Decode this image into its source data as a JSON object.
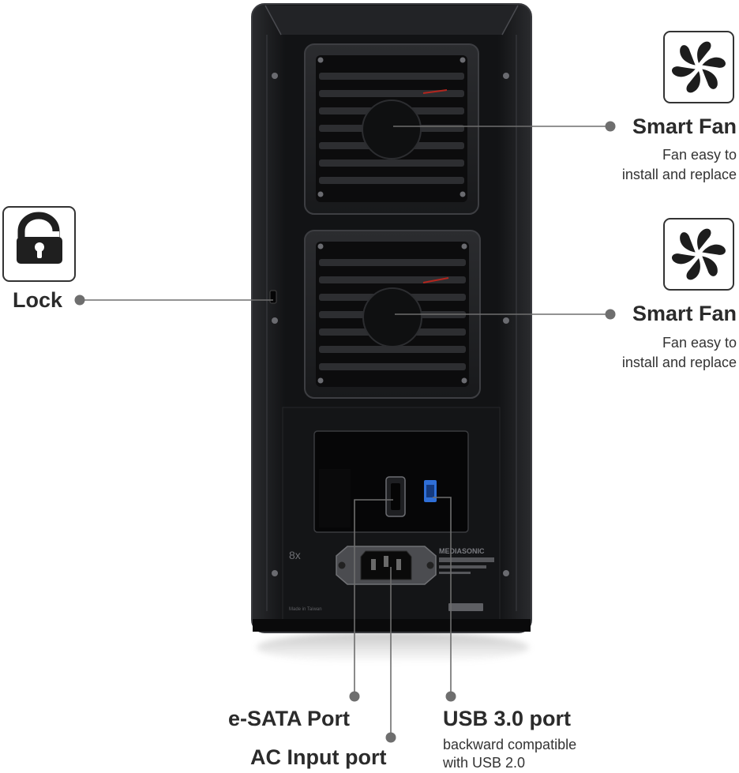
{
  "brand_label": "MEDIASONIC",
  "bay_label": "8x",
  "made_in": "Made in Taiwan",
  "callouts": {
    "smart_fan_top": {
      "title": "Smart Fan",
      "line1": "Fan easy to",
      "line2": "install and replace",
      "icon": "fan-icon"
    },
    "smart_fan_bottom": {
      "title": "Smart Fan",
      "line1": "Fan easy to",
      "line2": "install and replace",
      "icon": "fan-icon"
    },
    "lock": {
      "title": "Lock",
      "icon": "lock-icon"
    },
    "esata": {
      "title": "e-SATA Port"
    },
    "ac_input": {
      "title": "AC Input port"
    },
    "usb": {
      "title": "USB 3.0 port",
      "line1": "backward compatible",
      "line2": "with USB 2.0"
    }
  },
  "colors": {
    "enclosure": "#1a1b1d",
    "callout_line": "#6e6e6e",
    "usb_port": "#2f6fd8",
    "text": "#2b2b2b"
  }
}
